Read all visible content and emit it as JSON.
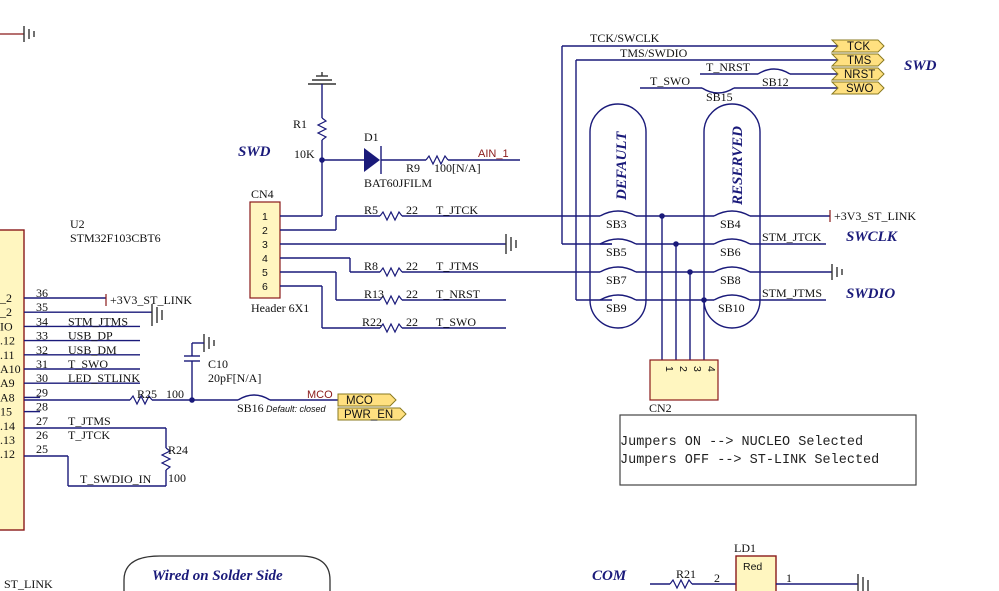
{
  "sections": {
    "swd_top": "SWD",
    "swd_left": "SWD",
    "swclk": "SWCLK",
    "swdio": "SWDIO",
    "com": "COM",
    "wired": "Wired on Solder Side"
  },
  "capsules": {
    "default": "DEFAULT",
    "reserved": "RESERVED"
  },
  "ports": [
    {
      "net": "TCK/SWCLK",
      "label": "TCK"
    },
    {
      "net": "TMS/SWDIO",
      "label": "TMS"
    },
    {
      "net": "T_NRST",
      "label": "NRST"
    },
    {
      "net": "T_SWO",
      "label": "SWO"
    }
  ],
  "bridges": {
    "sb12": "SB12",
    "sb15": "SB15",
    "sb3": "SB3",
    "sb4": "SB4",
    "sb5": "SB5",
    "sb6": "SB6",
    "sb7": "SB7",
    "sb8": "SB8",
    "sb9": "SB9",
    "sb10": "SB10",
    "sb16": "SB16",
    "sb16_note": "Default: closed"
  },
  "nets": {
    "ain1": "AIN_1",
    "t_jtck": "T_JTCK",
    "t_jtms": "T_JTMS",
    "t_nrst": "T_NRST",
    "t_swo": "T_SWO",
    "v33_link": "+3V3_ST_LINK",
    "stm_jtck": "STM_JTCK",
    "stm_jtms": "STM_JTMS",
    "mco": "MCO",
    "pwr_en": "PWR_EN",
    "t_swdio_in": "T_SWDIO_IN",
    "st_link": "ST_LINK"
  },
  "components": {
    "r1": "R1",
    "r1_val": "10K",
    "d1": "D1",
    "d1_val": "BAT60JFILM",
    "r9": "R9",
    "r9_val": "100[N/A]",
    "cn4": "CN4",
    "cn4_val": "Header 6X1",
    "cn4_pins": [
      "1",
      "2",
      "3",
      "4",
      "5",
      "6"
    ],
    "r5": "R5",
    "r8": "R8",
    "r13": "R13",
    "r22": "R22",
    "r22ohm": "22",
    "u2": "U2",
    "u2_val": "STM32F103CBT6",
    "c10": "C10",
    "c10_val": "20pF[N/A]",
    "r25": "R25",
    "r25_val": "100",
    "r24": "R24",
    "r24_val": "100",
    "cn2": "CN2",
    "cn2_pins": [
      "1",
      "2",
      "3",
      "4"
    ],
    "r21": "R21",
    "ld1": "LD1",
    "ld1_val": "Red",
    "ld1_pin2": "2",
    "ld1_pin1": "1"
  },
  "u2_pins": [
    {
      "num": "36",
      "side": "_2",
      "net": "+3V3_ST_LINK"
    },
    {
      "num": "35",
      "side": "_2",
      "net": ""
    },
    {
      "num": "34",
      "side": "IO",
      "net": "STM_JTMS"
    },
    {
      "num": "33",
      "side": ".12",
      "net": "USB_DP"
    },
    {
      "num": "32",
      "side": ".11",
      "net": "USB_DM"
    },
    {
      "num": "31",
      "side": "A10",
      "net": "T_SWO"
    },
    {
      "num": "30",
      "side": "A9",
      "net": "LED_STLINK"
    },
    {
      "num": "29",
      "side": "A8",
      "net": ""
    },
    {
      "num": "28",
      "side": "15",
      "net": ""
    },
    {
      "num": "27",
      "side": ".14",
      "net": "T_JTMS"
    },
    {
      "num": "26",
      "side": ".13",
      "net": "T_JTCK"
    },
    {
      "num": "25",
      "side": ".12",
      "net": ""
    }
  ],
  "notes": {
    "line1": "Jumpers ON  --> NUCLEO Selected",
    "line2": "Jumpers OFF --> ST-LINK Selected"
  }
}
